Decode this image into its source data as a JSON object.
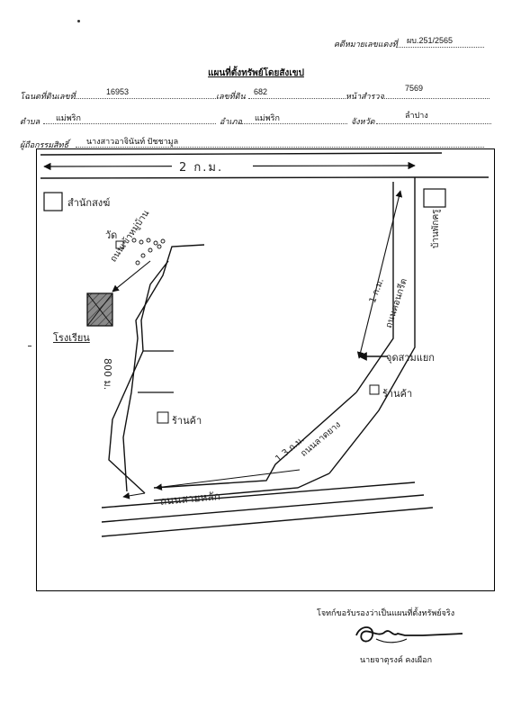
{
  "header": {
    "ref_label": "คดีหมายเลขแดงที่",
    "ref_value": "ผบ.251/2565",
    "title": "แผนที่ตั้งทรัพย์โดยสังเขป"
  },
  "fields": {
    "deed_label": "โฉนดที่ดินเลขที่",
    "deed_value": "16953",
    "land_no_label": "เลขที่ดิน",
    "land_no_value": "682",
    "survey_label": "หน้าสำรวจ",
    "survey_value": "7569",
    "tambon_label": "ตำบล",
    "tambon_value": "แม่พริก",
    "amphoe_label": "อำเภอ",
    "amphoe_value": "แม่พริก",
    "province_label": "จังหวัด",
    "province_value": "ลำปาง",
    "owner_label": "ผู้ถือกรรมสิทธิ์",
    "owner_value": "นางสาวอาจินันท์ ปัชชามูล"
  },
  "map": {
    "top_distance": "2 ก.ม.",
    "left_top_landmark": "สำนักสงฆ์",
    "temple_label": "วัด",
    "village_road": "ถนนเข้าหมู่บ้าน",
    "property_label": "โรงเรียน",
    "left_distance": "800 ม.",
    "shop_label": "ร้านค้า",
    "right_top_landmark": "บ้านพักครู",
    "right_road_distance": "1 ก.ม.",
    "right_road_name": "ถนนคอนกรีต",
    "junction_label": "จุดสามแยก",
    "checkpoint_label": "ร้านค้า",
    "bottom_distance": "1.3 ก.ม.",
    "bottom_road_name": "ถนนลาดยาง",
    "highway_label": "ถนนสายหลัก"
  },
  "footer": {
    "certify_text": "โจทก์ขอรับรองว่าเป็นแผนที่ตั้งทรัพย์จริง",
    "signer_name": "นายจาตุรงค์ คงเผือก"
  },
  "icons": {
    "property": "property-hatched-square-icon",
    "landmark": "landmark-square-icon",
    "signature": "signature-scribble-icon"
  }
}
